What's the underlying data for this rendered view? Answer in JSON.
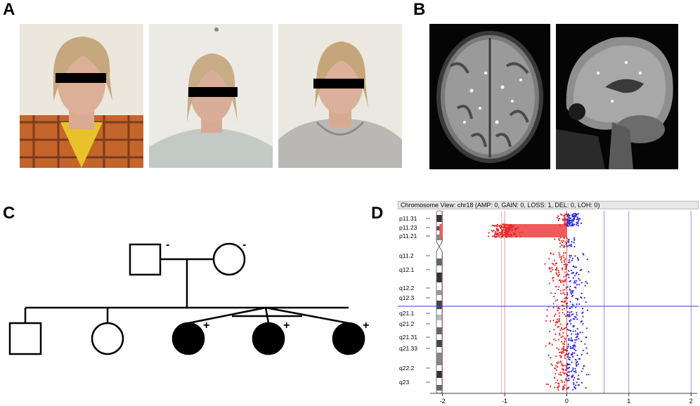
{
  "panels": {
    "a": "A",
    "b": "B",
    "c": "C",
    "d": "D"
  },
  "pedigree": {
    "parent_marker": "-",
    "affected_marker": "+"
  },
  "chromosome_view": {
    "title": "Chromosome View: chr18 (AMP: 0, GAIN: 0, LOSS: 1, DEL: 0, LOH: 0)",
    "bands": [
      "p11.31",
      "p11.23",
      "p11.21",
      "q11.2",
      "q12.1",
      "q12.2",
      "q12.3",
      "q21.1",
      "q21.2",
      "q21.31",
      "q21.33",
      "q22.2",
      "q23"
    ]
  },
  "chart_data": {
    "type": "scatter",
    "title": "Chromosome View: chr18 (AMP: 0, GAIN: 0, LOSS: 1, DEL: 0, LOH: 0)",
    "x_ticks": [
      "-2",
      "-1",
      "0",
      "1",
      "2"
    ],
    "xlim": [
      -2.2,
      2.1
    ],
    "y_ticks": [
      "p11.31",
      "p11.23",
      "p11.21",
      "q11.2",
      "q12.1",
      "q12.2",
      "q12.3",
      "q21.1",
      "q21.2",
      "q21.31",
      "q21.33",
      "q22.2",
      "q23"
    ],
    "loss_segment": {
      "band_start": "p11.23",
      "band_end": "p11.21",
      "log2_ratio": -1
    },
    "series": [
      {
        "color": "#e8282a",
        "region": "negative log2 ratio"
      },
      {
        "color": "#2b2bd8",
        "region": "positive log2 ratio"
      }
    ],
    "grid": true,
    "legend": "none"
  }
}
